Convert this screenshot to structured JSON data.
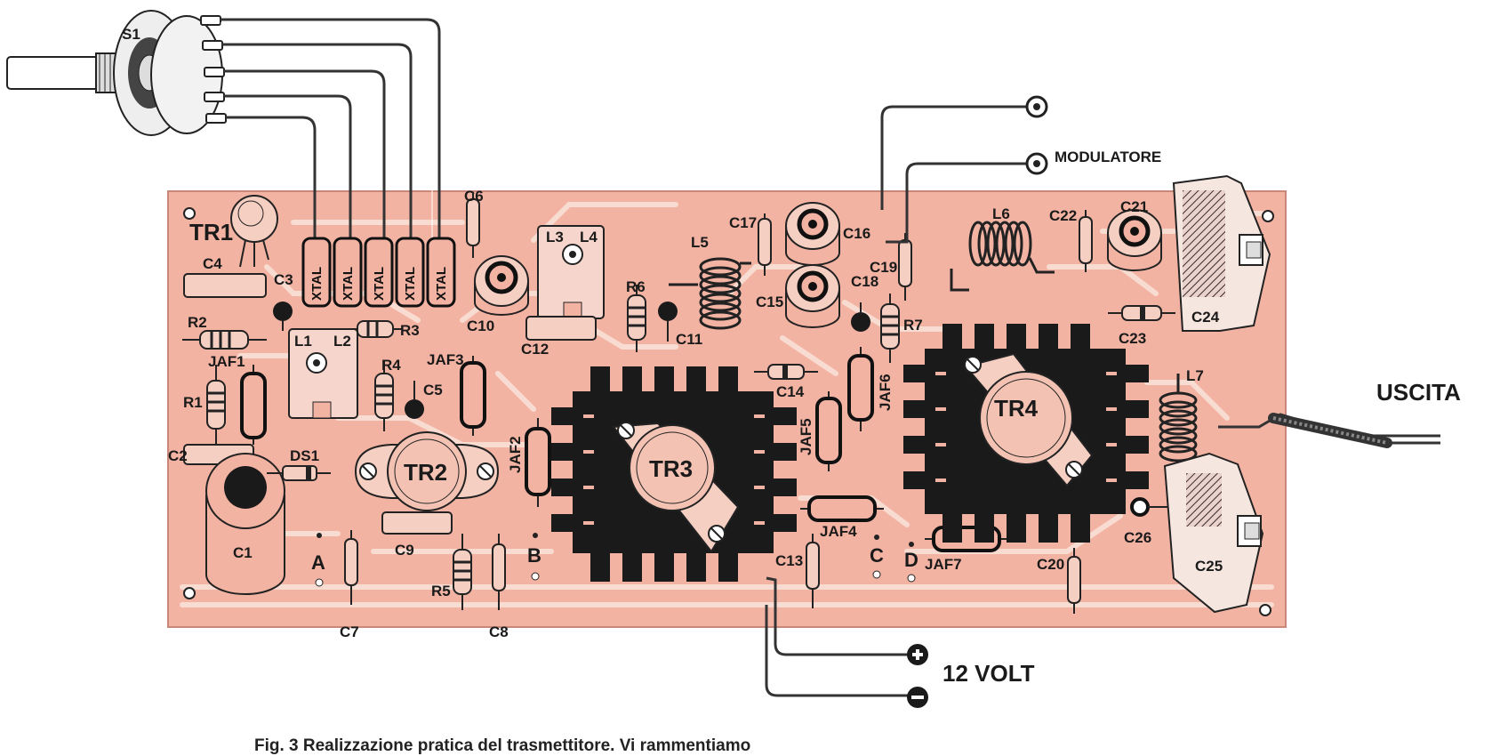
{
  "colors": {
    "board": "#f3b3a3",
    "trace": "#f8d9cf",
    "metal": "#1a1a1a",
    "wire": "#333333"
  },
  "switch": {
    "label": "S1"
  },
  "crystals": {
    "label": "XTAL"
  },
  "transistors": {
    "tr1": "TR1",
    "tr2": "TR2",
    "tr3": "TR3",
    "tr4": "TR4"
  },
  "capacitors": {
    "c1": "C1",
    "c2": "C2",
    "c3": "C3",
    "c4": "C4",
    "c5": "C5",
    "c6": "C6",
    "c7": "C7",
    "c8": "C8",
    "c9": "C9",
    "c10": "C10",
    "c11": "C11",
    "c12": "C12",
    "c13": "C13",
    "c14": "C14",
    "c15": "C15",
    "c16": "C16",
    "c17": "C17",
    "c18": "C18",
    "c19": "C19",
    "c20": "C20",
    "c21": "C21",
    "c22": "C22",
    "c23": "C23",
    "c24": "C24",
    "c25": "C25",
    "c26": "C26"
  },
  "resistors": {
    "r1": "R1",
    "r2": "R2",
    "r3": "R3",
    "r4": "R4",
    "r5": "R5",
    "r6": "R6",
    "r7": "R7"
  },
  "inductors": {
    "l1": "L1",
    "l2": "L2",
    "l3": "L3",
    "l4": "L4",
    "l5": "L5",
    "l6": "L6",
    "l7": "L7"
  },
  "chokes": {
    "jaf1": "JAF1",
    "jaf2": "JAF2",
    "jaf3": "JAF3",
    "jaf4": "JAF4",
    "jaf5": "JAF5",
    "jaf6": "JAF6",
    "jaf7": "JAF7"
  },
  "diode": "DS1",
  "test_points": {
    "a": "A",
    "b": "B",
    "c": "C",
    "d": "D"
  },
  "connections": {
    "modulator": "MODULATORE",
    "output": "USCITA",
    "power": "12 VOLT"
  },
  "caption": "Fig. 3 Realizzazione pratica del trasmettitore. Vi rammentiamo"
}
